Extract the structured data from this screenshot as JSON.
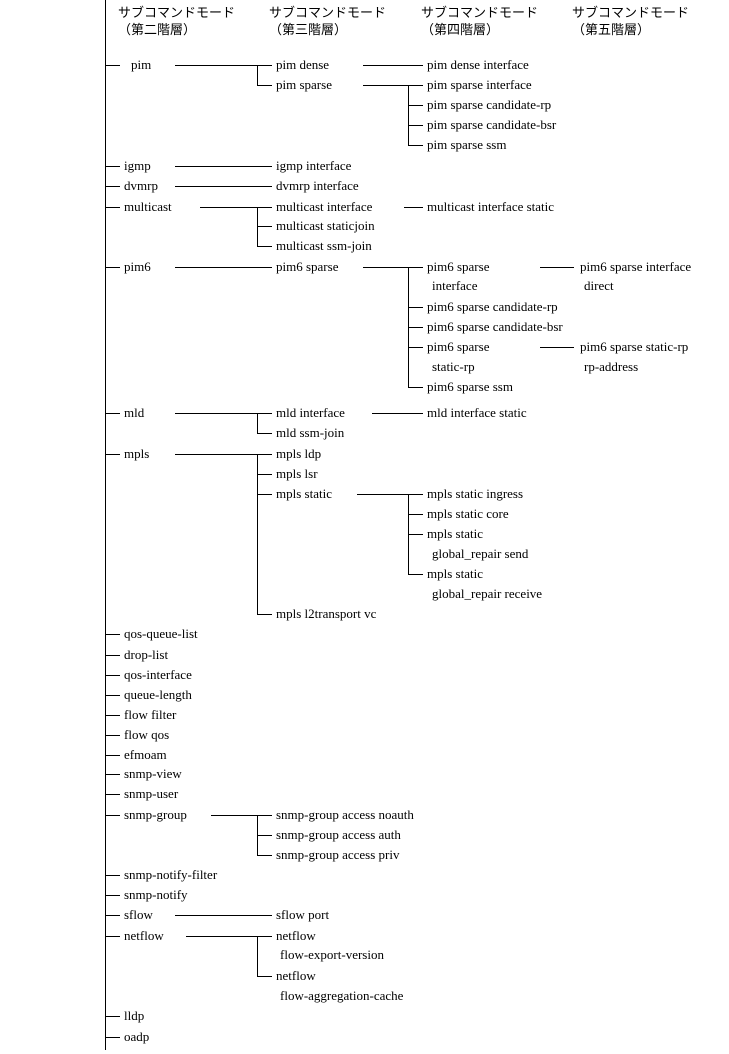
{
  "headers": [
    {
      "line1": "サブコマンドモード",
      "line2": "（第二階層）"
    },
    {
      "line1": "サブコマンドモード",
      "line2": "（第三階層）"
    },
    {
      "line1": "サブコマンドモード",
      "line2": "（第四階層）"
    },
    {
      "line1": "サブコマンドモード",
      "line2": "（第五階層）"
    }
  ],
  "level2": [
    "pim",
    "igmp",
    "dvmrp",
    "multicast",
    "pim6",
    "mld",
    "mpls",
    "qos-queue-list",
    "drop-list",
    "qos-interface",
    "queue-length",
    "flow filter",
    "flow qos",
    "efmoam",
    "snmp-view",
    "snmp-user",
    "snmp-group",
    "snmp-notify-filter",
    "snmp-notify",
    "sflow",
    "netflow",
    "lldp",
    "oadp"
  ],
  "level3": [
    "pim dense",
    "pim sparse",
    "igmp interface",
    "dvmrp interface",
    "multicast interface",
    "multicast staticjoin",
    "multicast ssm-join",
    "pim6 sparse",
    "mld interface",
    "mld ssm-join",
    "mpls ldp",
    "mpls lsr",
    "mpls static",
    "mpls l2transport vc",
    "snmp-group access noauth",
    "snmp-group access auth",
    "snmp-group access priv",
    "sflow port",
    "netflow",
    "flow-export-version",
    "netflow",
    "flow-aggregation-cache"
  ],
  "level4": [
    "pim dense interface",
    "pim sparse interface",
    "pim sparse candidate-rp",
    "pim sparse candidate-bsr",
    "pim sparse ssm",
    "multicast interface static",
    "pim6 sparse",
    "interface",
    "pim6 sparse candidate-rp",
    "pim6 sparse candidate-bsr",
    "pim6 sparse",
    "static-rp",
    "pim6 sparse ssm",
    "mld interface static",
    "mpls static ingress",
    "mpls static core",
    "mpls static",
    "global_repair send",
    "mpls static",
    "global_repair receive"
  ],
  "level5": [
    "pim6 sparse interface",
    "direct",
    "pim6 sparse static-rp",
    "rp-address"
  ]
}
